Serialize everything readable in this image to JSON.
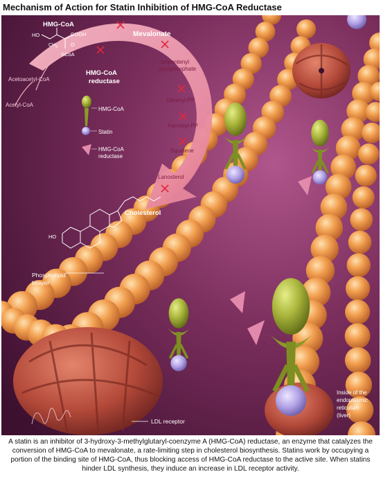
{
  "title": "Mechanism of Action for Statin Inhibition of HMG-CoA Reductase",
  "pathway": {
    "hmg_coa": "HMG-CoA",
    "mevalonate": "Mevalonate",
    "enzyme_line1": "HMG-CoA",
    "enzyme_line2": "reductase",
    "acetoacetyl": "Acetoacetyl-CoA",
    "acetyl": "Acetyl-CoA",
    "isopentenyl_line1": "Isopentenyl",
    "isopentenyl_line2": "pyrophosphate",
    "geranyl": "Geranyl-PP",
    "farnesyl": "Farnesyl-PP",
    "squalene": "Squalene",
    "lanosterol": "Lanosterol",
    "cholesterol": "Cholesterol"
  },
  "molecule": {
    "ho": "HO",
    "ch3": "CH",
    "ch3_sub": "3",
    "cooh": "COOH",
    "o": "O",
    "scoa": "SCoA",
    "chol_ho": "HO"
  },
  "legend": {
    "hmg_coa": "HMG-CoA",
    "statin": "Statin",
    "reductase_line1": "HMG-CoA",
    "reductase_line2": "reductase"
  },
  "labels": {
    "phospholipid_line1": "Phospholipid",
    "phospholipid_line2": "bilayer",
    "ldl_receptor": "LDL receptor",
    "er_line1": "Inside of the",
    "er_line2": "endoplasmic",
    "er_line3": "reticulum",
    "er_line4": "(liver)"
  },
  "caption": "A statin is an inhibitor of 3-hydroxy-3-methylglutaryl-coenzyme A (HMG-CoA) reductase, an enzyme that catalyzes the conversion of HMG-CoA to mevalonate, a rate-limiting step in cholesterol biosynthesis. Statins work by occupying a portion of the binding site of HMG-CoA, thus blocking access of HMG-CoA reductase to the active site. When statins hinder LDL synthesis, they induce an increase in LDL receptor activity.",
  "colors": {
    "background_dark": "#4a1436",
    "background_mid": "#8a3a6a",
    "arrow_pink": "#f2a0b4",
    "lipid_orange": "#e88a3c",
    "ldl_red": "#b24a38",
    "statin_olive": "#9aa832",
    "statin_purple": "#a692d8",
    "inhibit_red": "#e0283c"
  }
}
